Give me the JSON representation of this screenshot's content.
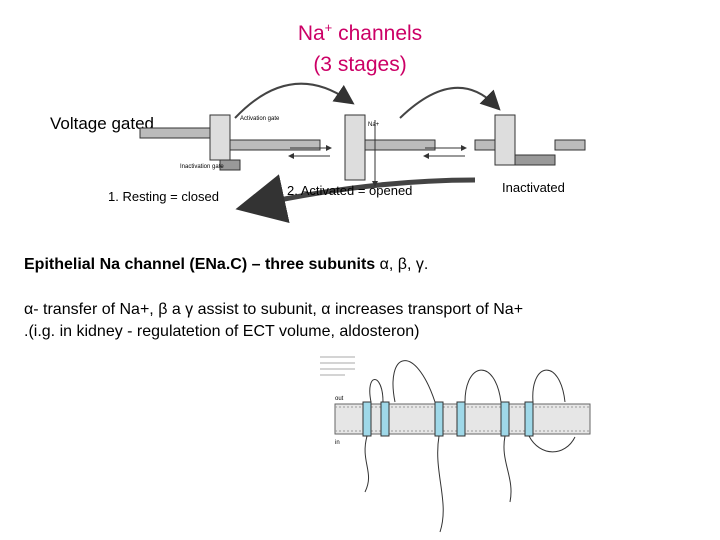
{
  "title": {
    "main_prefix": "Na",
    "main_sup": "+",
    "main_suffix": " channels",
    "sub": "(3 stages)"
  },
  "diagram": {
    "voltage_label": "Voltage gated",
    "activation_label": "Activation gate",
    "inactivation_label": "Inactivation gate",
    "na_label": "Na+",
    "stage1": "1. Resting = closed",
    "stage2": "2. Activated = opened",
    "stage3": "Inactivated"
  },
  "text": {
    "heading_bold": "Epithelial Na channel (ENa.C) – three subunits ",
    "heading_greek": "α, β, γ.",
    "line1": "α- transfer of Na+, β a γ  assist to subunit, α increases transport of Na+",
    "line2": ".(i.g. in kidney - regulatetion of ECT volume, aldosteron)"
  },
  "membrane_figure": {
    "out_label": "out",
    "in_label": "in"
  }
}
